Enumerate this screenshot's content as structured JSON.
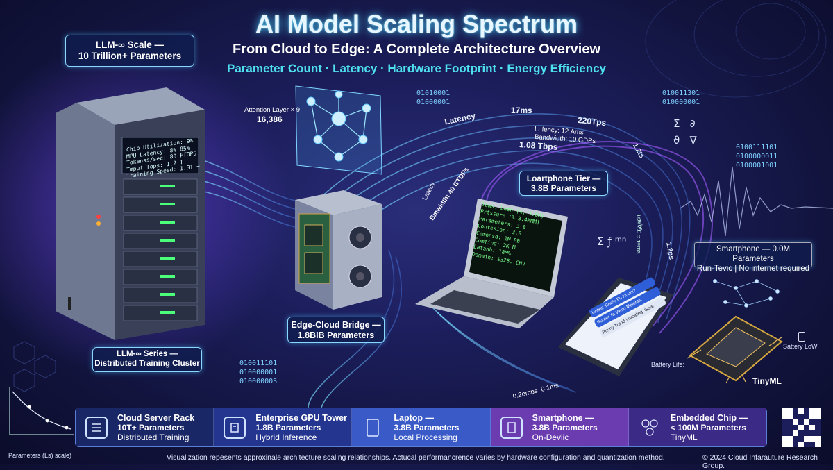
{
  "header": {
    "title": "AI Model Scaling Spectrum",
    "subtitle": "From Cloud to Edge: A Complete Architecture Overview",
    "tagline": "Parameter Count · Latency · Hardware Footprint · Energy Efficiency"
  },
  "labels": {
    "llm_scale_line1": "LLM-∞ Scale —",
    "llm_scale_line2": "10 Trillion+ Parameters",
    "llm_series_line1": "LLM-∞ Series —",
    "llm_series_line2": "Distributed Training Cluster",
    "edge_bridge_line1": "Edge-Cloud Bridge —",
    "edge_bridge_line2": "1.8BIB Parameters",
    "laptop_tier_line1": "Loartphone Tier —",
    "laptop_tier_line2": "3.8B Parameters",
    "smartphone_line1": "Smartphone — 0.0M Parameters",
    "smartphone_line2": "Run-Tevic | No internet required",
    "tinyml": "TinyML",
    "battery_low": "Sattery LoW",
    "battery_life": "Battery Life:",
    "attention_layer": "Attention Layer × 9",
    "attention_value": "16,386"
  },
  "server_screen": {
    "lines": [
      "Chip Utilization:    9%",
      "MPU Latency:  8%   85%",
      "Tokenss/sec:   80 FTOPS",
      "Tmput Tops:  1.2 T",
      "Training Speed:  1.3T ~"
    ]
  },
  "laptop_screen": {
    "lines": [
      "Tems: Laon (%, 3.6M)",
      "Prtssure (% 3.4MMM)",
      "Parameters: 3.8",
      "Contesion:  3.8",
      "Cemonsd:  1M 8B",
      "Comfind:   2K M",
      "Latanh:  18M%",
      "Domain:  $328..CHV"
    ]
  },
  "phone_screen": {
    "lines": [
      "Hotkin 'Roc% Fu Nounl?",
      "Rumer Ta Vieso Maiobtis",
      "Puyny Trgod Vorcaling. Gore"
    ]
  },
  "metrics": {
    "latency": "Latency",
    "ms17": "17ms",
    "tps220": "220Tps",
    "latency_detail": "Lnfency: 12.Ams",
    "bandwidth_detail": "Bandwidth: 10 GDPs",
    "tbps": "1.08 Tbps",
    "right_curve": "1.2ts",
    "left_curve_1": "Latecy",
    "left_curve_2": "Bmwidth: 40 GTDPs",
    "mid_right_1": "2.0 :: τ=ms",
    "mid_right_2": "Iateba",
    "ps12": "1.2ps",
    "bottom_curve": "0.2emps: 0.1ms"
  },
  "binary_blocks": {
    "top_center": "01010001\n01000001",
    "top_right": "010011301\n010000001",
    "right": "0100111101\n0100000011\n0100001001",
    "bottom_left": "010011101\n010000001\n01000000S"
  },
  "math": {
    "top_right": "Σ   ∂\nϑ   ∇",
    "mid": "Σ ƒ  ᵐⁿ"
  },
  "mini_chart": {
    "xlabel": "Parameters (Ls) scale)"
  },
  "tiers": [
    {
      "name": "Cloud Server Rack",
      "params": "10T+ Parameters",
      "desc": "Distributed Training",
      "color": "#1a2766"
    },
    {
      "name": "Enterprise GPU Tower",
      "params": "1.8B Parameters",
      "desc": "Hybrid Inference",
      "color": "#243590"
    },
    {
      "name": "Laptop —",
      "params": "3.8B Parameters",
      "desc": "Local Processing",
      "color": "#3a5ac8"
    },
    {
      "name": "Smartphone —",
      "params": "3.8B Parameters",
      "desc": "On-Deviic",
      "color": "#6a3cb0"
    },
    {
      "name": "Embedded Chip —",
      "params": "< 100M Parameters",
      "desc": "TinyML",
      "color": "#3b2a86"
    }
  ],
  "footer": {
    "note": "Visualization repesents approxinale architecture scaling relationships. Actucal performancrence varies by hardware configuration and quantization method.",
    "copyright": "© 2024 Cloud Infarauture Research Group."
  },
  "colors": {
    "accent_cyan": "#4fe0f0",
    "glow_blue": "#4fd4ff",
    "background": "#1c1e5c"
  }
}
